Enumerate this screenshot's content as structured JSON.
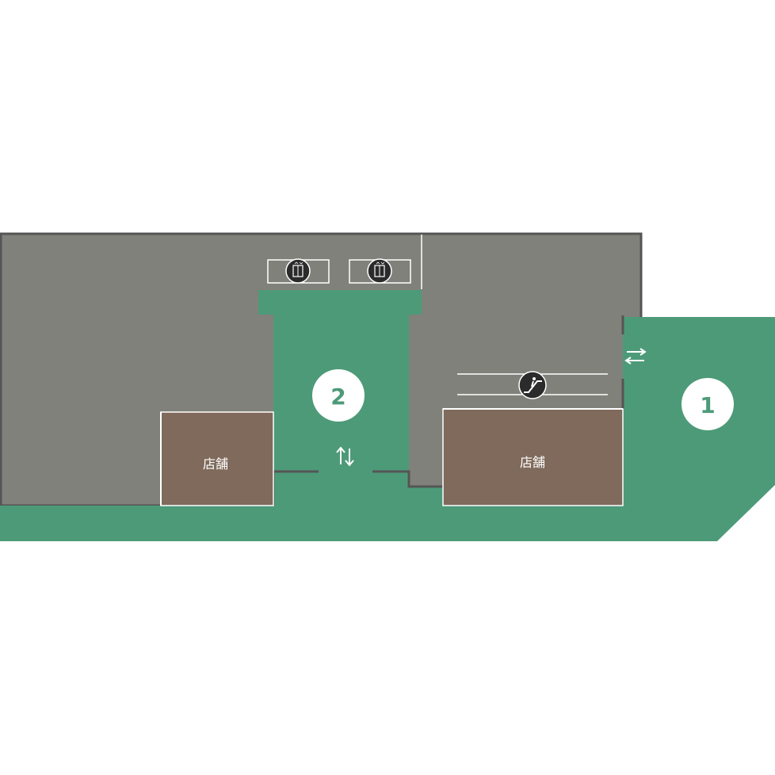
{
  "colors": {
    "building": "#80817a",
    "walkway": "#4d9a79",
    "shop": "#7f6a5c",
    "wall": "#555555",
    "icon_dark": "#2b2b2b",
    "white": "#ffffff"
  },
  "markers": [
    {
      "id": "entrance-1",
      "label": "1"
    },
    {
      "id": "entrance-2",
      "label": "2"
    }
  ],
  "shops": [
    {
      "id": "shop-left",
      "label": "店舗"
    },
    {
      "id": "shop-right",
      "label": "店舗"
    }
  ],
  "icons": {
    "elevators": [
      "elevator-icon",
      "elevator-icon"
    ],
    "escalator": "escalator-icon",
    "arrow_vertical": "up-down-arrows-icon",
    "arrow_horizontal": "left-right-arrows-icon"
  }
}
